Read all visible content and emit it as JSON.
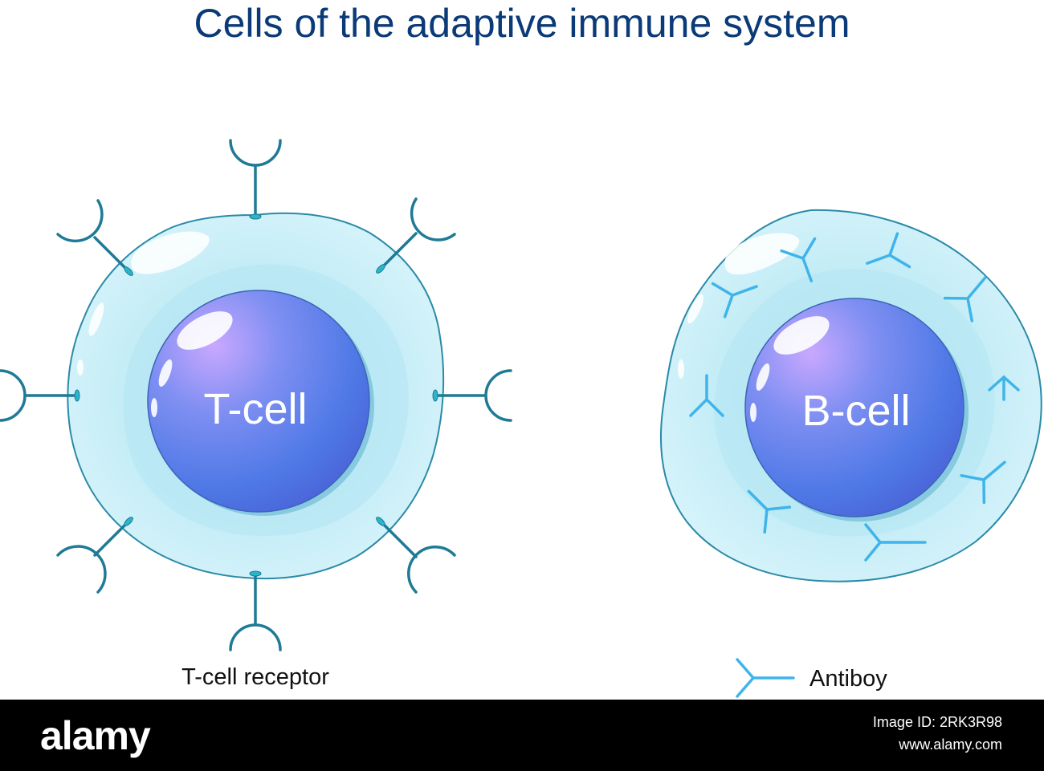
{
  "title": "Cells of the adaptive immune system",
  "colors": {
    "title": "#0b3a78",
    "receptor": "#1e7a96",
    "antibody": "#3fb4ea",
    "cytoplasm": "#cdeff7",
    "cytoplasm_edge": "#2a8aa8",
    "nucleus_light": "#b9a2ff",
    "nucleus_mid": "#5d7ff0",
    "nucleus_dark": "#3b6fd8",
    "footer_bg": "#000000"
  },
  "cells": {
    "t_cell": {
      "label": "T-cell"
    },
    "b_cell": {
      "label": "B-cell"
    }
  },
  "legend": {
    "receptor_label": "T-cell receptor",
    "antibody_label": "Antiboy"
  },
  "watermark": {
    "logo": "alamy",
    "image_id": "Image ID: 2RK3R98",
    "site": "www.alamy.com"
  }
}
